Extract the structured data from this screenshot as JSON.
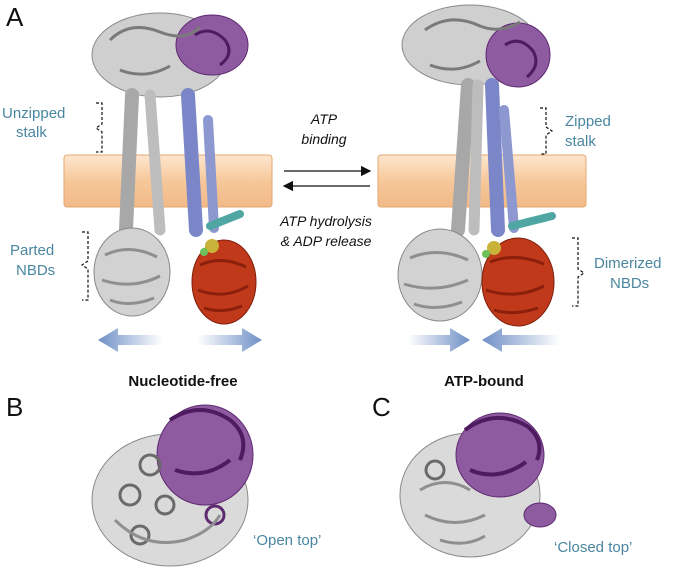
{
  "panels": {
    "a": "A",
    "b": "B",
    "c": "C"
  },
  "labels": {
    "unzipped_stalk": [
      "Unzipped",
      "stalk"
    ],
    "zipped_stalk": [
      "Zipped",
      "stalk"
    ],
    "parted_nbds": [
      "Parted",
      "NBDs"
    ],
    "dimerized_nbds": [
      "Dimerized",
      "NBDs"
    ],
    "atp_binding": [
      "ATP",
      "binding"
    ],
    "atp_hydrolysis": [
      "ATP hydrolysis",
      "& ADP release"
    ],
    "nucleotide_free": "Nucleotide-free",
    "atp_bound": "ATP-bound",
    "open_top": "‘Open top’",
    "closed_top": "‘Closed top’"
  },
  "colors": {
    "membrane": "#f6c89a",
    "text_blue": "#4a86a0",
    "grey_protein": "#b8b8b8",
    "purple_domain": "#7b3f8c",
    "blue_helix": "#7a86c8",
    "red_nbd": "#c0391b",
    "arrow_blue": "#6f8fc6"
  }
}
